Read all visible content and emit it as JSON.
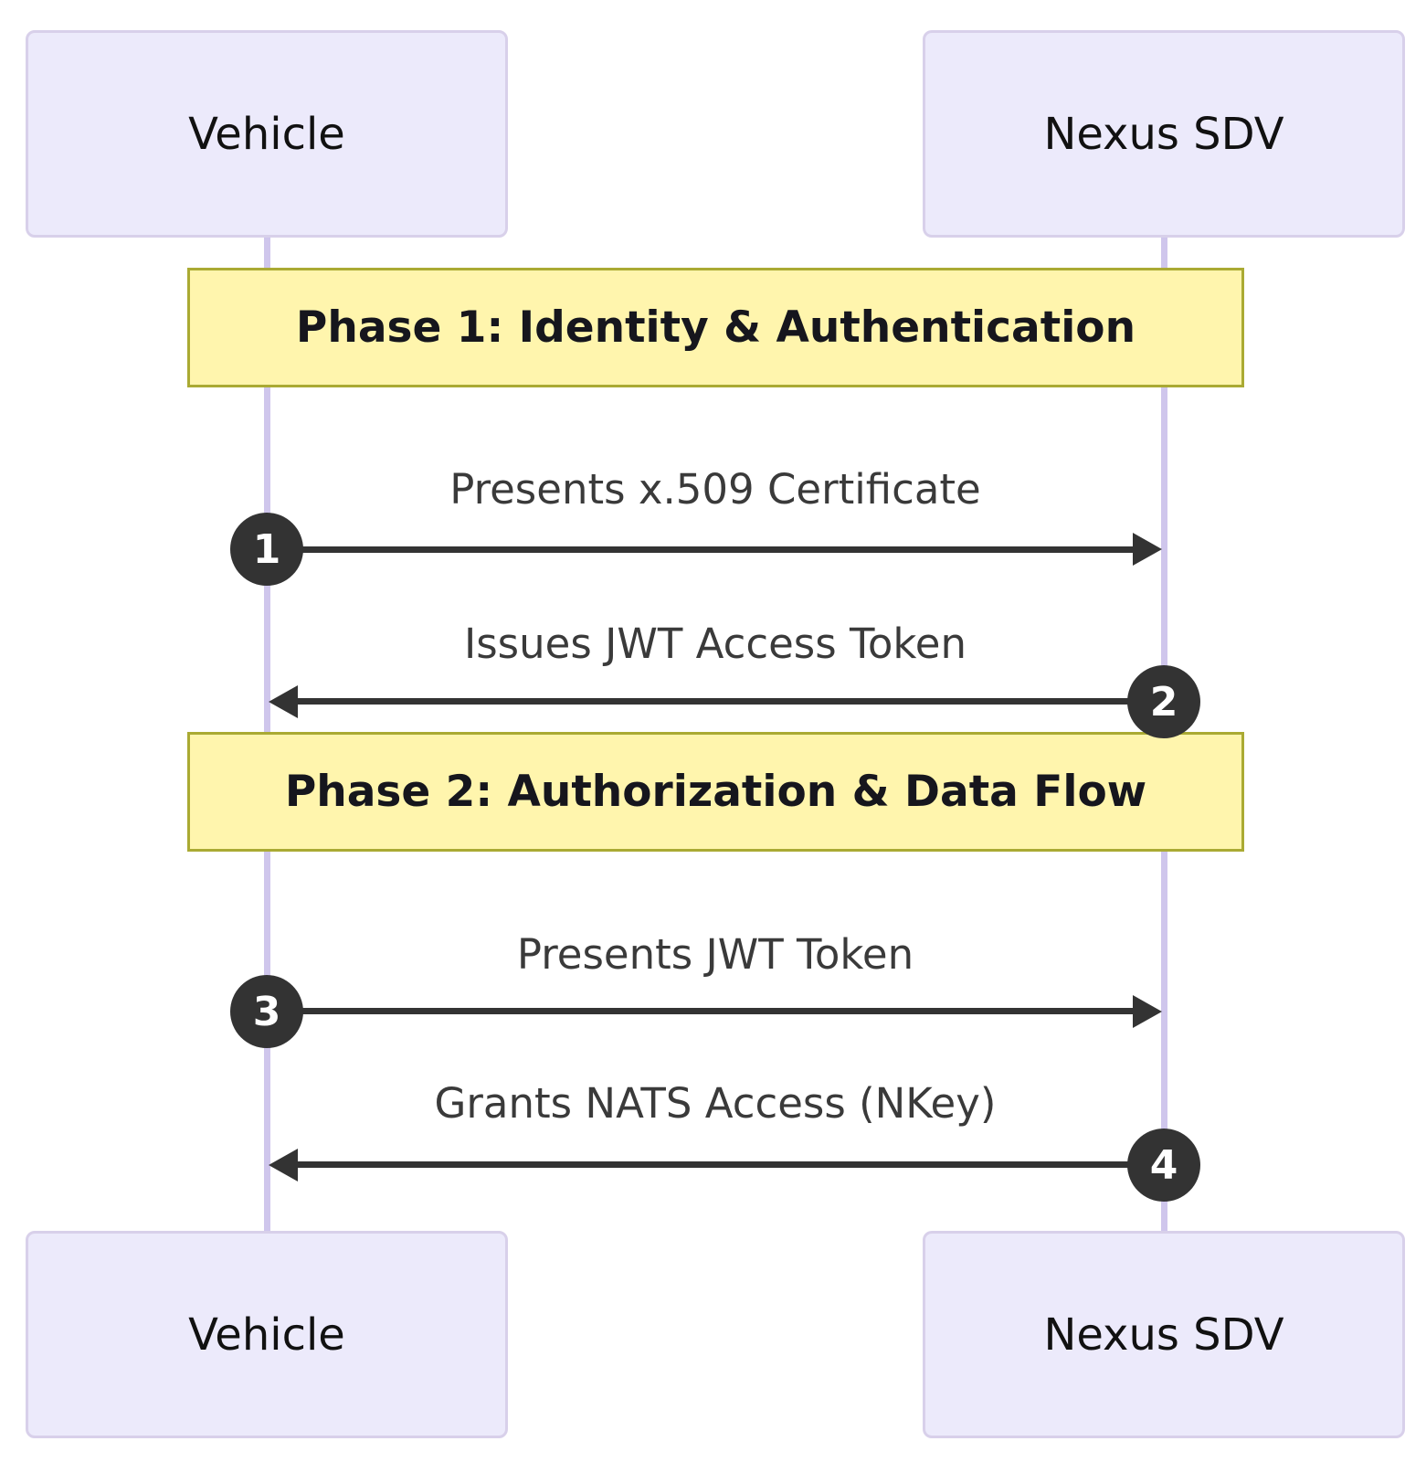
{
  "actors": {
    "top": [
      {
        "label": "Vehicle"
      },
      {
        "label": "Nexus SDV"
      }
    ],
    "bottom": [
      {
        "label": "Vehicle"
      },
      {
        "label": "Nexus SDV"
      }
    ]
  },
  "phases": [
    {
      "label": "Phase 1: Identity & Authentication"
    },
    {
      "label": "Phase 2: Authorization & Data Flow"
    }
  ],
  "messages": [
    {
      "number": "1",
      "label": "Presents x.509 Certificate",
      "direction": "right"
    },
    {
      "number": "2",
      "label": "Issues JWT Access Token",
      "direction": "left"
    },
    {
      "number": "3",
      "label": "Presents JWT Token",
      "direction": "right"
    },
    {
      "number": "4",
      "label": "Grants NATS Access (NKey)",
      "direction": "left"
    }
  ],
  "colors": {
    "actor_fill": "#ECEAFB",
    "actor_border": "#D8D0EA",
    "actor_text": "#111111",
    "lifeline": "#CFC6EC",
    "phase_fill": "#FFF5AD",
    "phase_border": "#AAAA33",
    "arrow": "#333333",
    "message_text": "#3A3A3A",
    "badge_fill": "#333333",
    "badge_text": "#FFFFFF"
  }
}
